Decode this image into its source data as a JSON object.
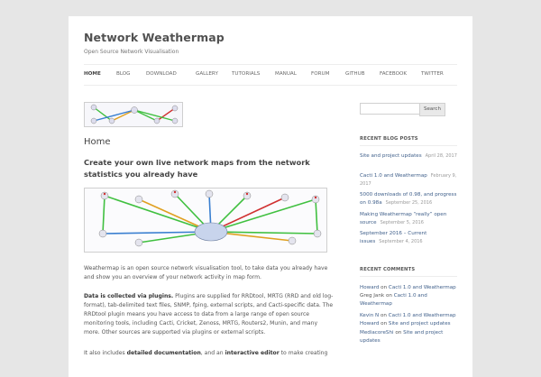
{
  "site": {
    "title": "Network Weathermap",
    "tagline": "Open Source Network Visualisation"
  },
  "nav": {
    "items": [
      "HOME",
      "BLOG",
      "DOWNLOAD",
      "GALLERY",
      "TUTORIALS",
      "MANUAL",
      "FORUM",
      "GITHUB",
      "FACEBOOK",
      "TWITTER"
    ],
    "active": "HOME"
  },
  "main": {
    "page_title": "Home",
    "headline": "Create your own live network maps from the network statistics you already have",
    "intro": "Weathermap is an open source network visualisation tool, to take data you already have and show you an overview of your network activity in map form.",
    "data_lead": "Data is collected via plugins.",
    "data_text": " Plugins are supplied for RRDtool, MRTG (RRD and old log-format), tab-delimited text files, SNMP, fping, external scripts, and Cacti-specific data. The RRDtool plugin means you have access to data from a large range of open source monitoring tools, including Cacti, Cricket, Zenoss, MRTG, Routers2, Munin, and many more. Other sources are supported via plugins or external scripts.",
    "also_prefix": "It also includes ",
    "also_doc": "detailed documentation",
    "also_mid": ", and an ",
    "also_editor": "interactive editor",
    "also_suffix": " to make creating"
  },
  "search": {
    "placeholder": "",
    "button": "Search"
  },
  "sidebar": {
    "recent_posts_title": "RECENT BLOG POSTS",
    "posts": [
      {
        "title": "Site and project updates",
        "date": "April 28, 2017"
      },
      {
        "title": "Cacti 1.0 and Weathermap",
        "date": "February 9, 2017"
      },
      {
        "title": "5000 downloads of 0.98, and progress on 0.98a",
        "date": "September 25, 2016"
      },
      {
        "title": "Making Weathermap “really” open source",
        "date": "September 5, 2016"
      },
      {
        "title": "September 2016 – Current issues",
        "date": "September 4, 2016"
      }
    ],
    "recent_comments_title": "RECENT COMMENTS",
    "comments": [
      {
        "author": "Howard",
        "on": "on",
        "post": "Cacti 1.0 and Weathermap"
      },
      {
        "author": "Greg Jank",
        "on": "on",
        "post": "Cacti 1.0 and Weathermap"
      },
      {
        "author": "Kevin N",
        "on": "on",
        "post": "Cacti 1.0 and Weathermap"
      },
      {
        "author": "Howard",
        "on": "on",
        "post": "Site and project updates"
      },
      {
        "author": "MediacoreShi",
        "on": "on",
        "post": "Site and project updates"
      }
    ]
  },
  "colors": {
    "link": "#3f5f8a",
    "background": "#e6e6e6",
    "page": "#ffffff"
  }
}
